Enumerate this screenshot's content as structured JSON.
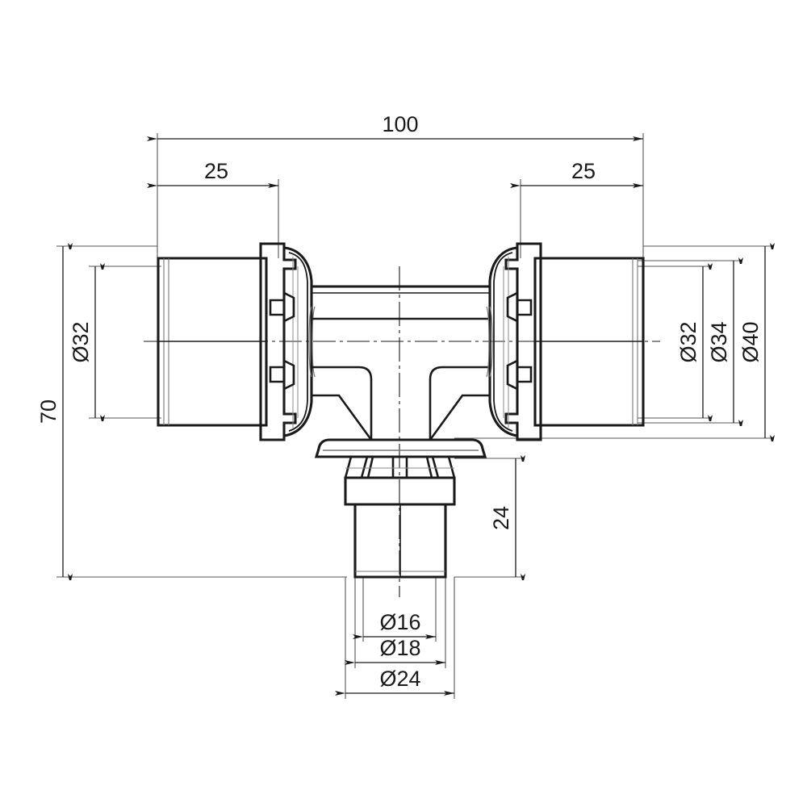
{
  "drawing": {
    "title": "Press-fit Tee Fitting Dimensioned Drawing",
    "units": "mm",
    "background_color": "#ffffff",
    "line_color": "#1a1a1a",
    "thin_line_color": "#555555",
    "dimensions": {
      "overall_length": {
        "label": "100",
        "orientation": "horizontal",
        "position": "top"
      },
      "left_insert_depth": {
        "label": "25",
        "orientation": "horizontal",
        "position": "top-left"
      },
      "right_insert_depth": {
        "label": "25",
        "orientation": "horizontal",
        "position": "top-right"
      },
      "overall_height": {
        "label": "70",
        "orientation": "vertical",
        "position": "left-outer"
      },
      "left_bore": {
        "label": "Ø32",
        "orientation": "vertical",
        "position": "left-inner"
      },
      "right_bore": {
        "label": "Ø32",
        "orientation": "vertical",
        "position": "right-inner"
      },
      "right_sleeve": {
        "label": "Ø34",
        "orientation": "vertical",
        "position": "right-middle"
      },
      "right_outer": {
        "label": "Ø40",
        "orientation": "vertical",
        "position": "right-outer"
      },
      "branch_height": {
        "label": "24",
        "orientation": "vertical",
        "position": "branch-right"
      },
      "branch_bore": {
        "label": "Ø16",
        "orientation": "horizontal",
        "position": "bottom-inner"
      },
      "branch_sleeve": {
        "label": "Ø18",
        "orientation": "horizontal",
        "position": "bottom-middle"
      },
      "branch_outer": {
        "label": "Ø24",
        "orientation": "horizontal",
        "position": "bottom-outer"
      }
    }
  }
}
